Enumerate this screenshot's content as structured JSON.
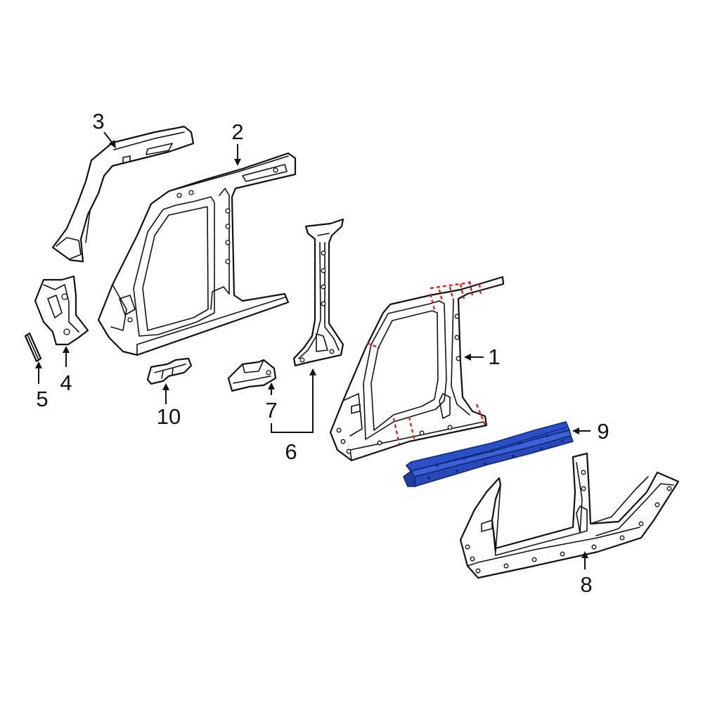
{
  "diagram": {
    "callouts": [
      {
        "id": "1",
        "text": "1"
      },
      {
        "id": "2",
        "text": "2"
      },
      {
        "id": "3",
        "text": "3"
      },
      {
        "id": "4",
        "text": "4"
      },
      {
        "id": "5",
        "text": "5"
      },
      {
        "id": "6",
        "text": "6"
      },
      {
        "id": "7",
        "text": "7"
      },
      {
        "id": "8",
        "text": "8"
      },
      {
        "id": "9",
        "text": "9"
      },
      {
        "id": "10",
        "text": "10"
      }
    ],
    "highlighted_part": "9",
    "colors": {
      "line": "#111111",
      "background": "#ffffff",
      "highlight_fill": "#2b4fc4",
      "highlight_stroke": "#0d2a7a",
      "cut_lines": "#e0201b"
    }
  }
}
